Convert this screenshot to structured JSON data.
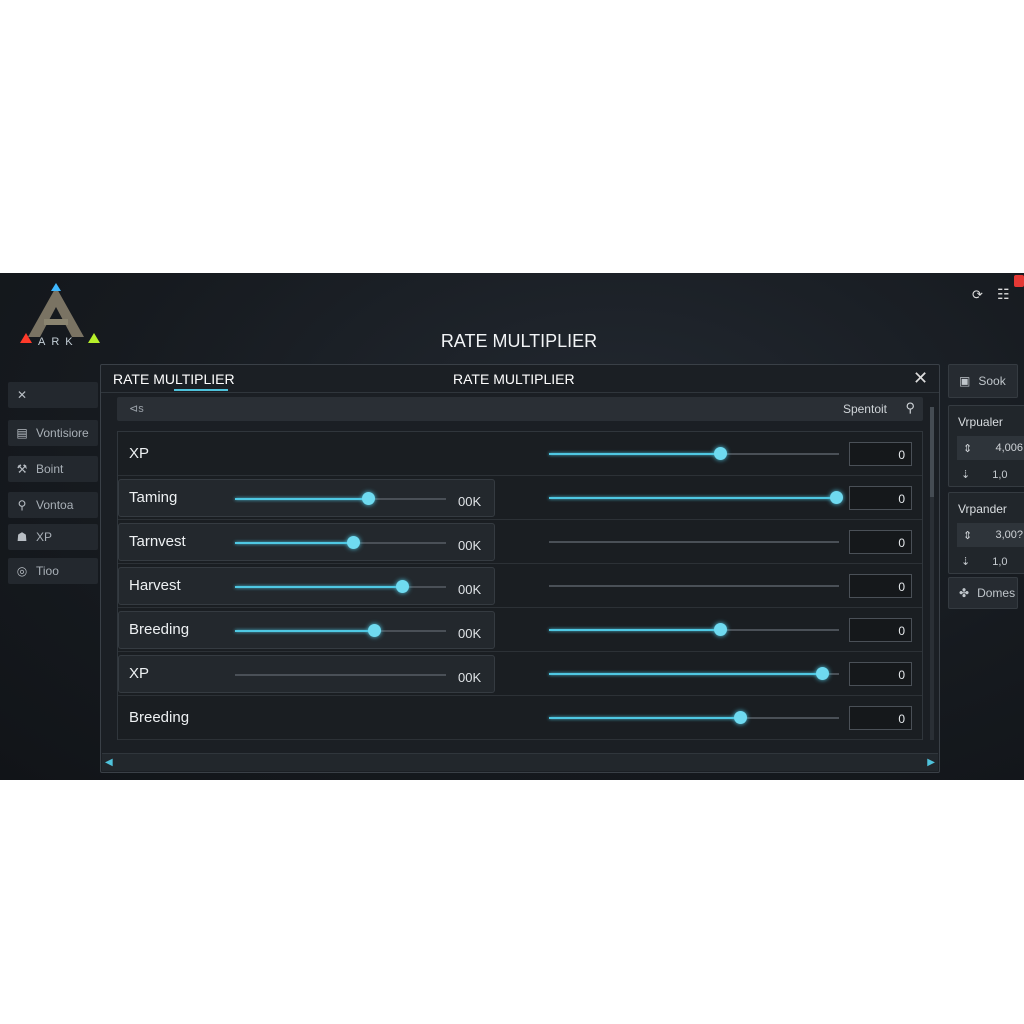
{
  "brand": {
    "logo_text": "ARK"
  },
  "header": {
    "title": "RATE MULTIPLIER"
  },
  "top_icons": [
    "refresh-icon",
    "list-icon"
  ],
  "sidebar": {
    "items": [
      {
        "label": "",
        "icon": "close-icon",
        "glyph": "✕"
      },
      {
        "label": "Vontisiore",
        "icon": "note-icon",
        "glyph": "▤"
      },
      {
        "label": "Boint",
        "icon": "tool-icon",
        "glyph": "⚒"
      },
      {
        "label": "Vontoa",
        "icon": "search-icon",
        "glyph": "⚲"
      },
      {
        "label": "XP",
        "icon": "hand-icon",
        "glyph": "☗"
      },
      {
        "label": "Tioo",
        "icon": "target-icon",
        "glyph": "◎"
      }
    ]
  },
  "panel": {
    "tab": "RATE MULTIPLIER",
    "title": "RATE MULTIPLIER",
    "close": "✕",
    "search": {
      "placeholder": "⊲s",
      "right_label": "Spentoit"
    },
    "rows": [
      {
        "label": "XP",
        "left": null,
        "right": 0.59,
        "value": "0"
      },
      {
        "label": "Taming",
        "left": 0.63,
        "unit": "00K",
        "right": 0.99,
        "value": "0"
      },
      {
        "label": "Tarnvest",
        "left": 0.56,
        "unit": "00K",
        "right": null,
        "value": "0"
      },
      {
        "label": "Harvest",
        "left": 0.79,
        "unit": "00K",
        "right": null,
        "value": "0"
      },
      {
        "label": "Breeding",
        "left": 0.66,
        "unit": "00K",
        "right": 0.59,
        "value": "0"
      },
      {
        "label": "XP",
        "left": 0,
        "unit": "00K",
        "right": 0.94,
        "value": "0"
      },
      {
        "label": "Breeding",
        "left": null,
        "right": 0.66,
        "value": "0"
      }
    ]
  },
  "right_panel": {
    "sook": "Sook",
    "cards": [
      {
        "title": "Vrpualer",
        "field": "4,006",
        "step": "1,0"
      },
      {
        "title": "Vrpander",
        "field": "3,00?",
        "step": "1,0"
      }
    ],
    "domes": "Domes"
  },
  "colors": {
    "accent": "#4fc8e3",
    "background": "#161a1f",
    "badge": "#e53935"
  }
}
